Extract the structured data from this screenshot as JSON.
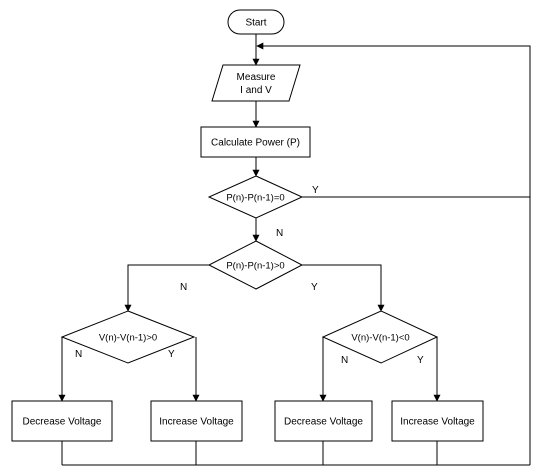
{
  "nodes": {
    "start": "Start",
    "measure_line1": "Measure",
    "measure_line2": "I and V",
    "calculate": "Calculate Power (P)",
    "check_equal": "P(n)-P(n-1)=0",
    "check_greater": "P(n)-P(n-1)>0",
    "check_voltage_left": "V(n)-V(n-1)>0",
    "check_voltage_right": "V(n)-V(n-1)<0",
    "action_1": "Decrease Voltage",
    "action_2": "Increase Voltage",
    "action_3": "Decrease Voltage",
    "action_4": "Increase Voltage"
  },
  "edge_labels": {
    "equal_yes": "Y",
    "equal_no": "N",
    "greater_no": "N",
    "greater_yes": "Y",
    "left_no": "N",
    "left_yes": "Y",
    "right_no": "N",
    "right_yes": "Y"
  }
}
